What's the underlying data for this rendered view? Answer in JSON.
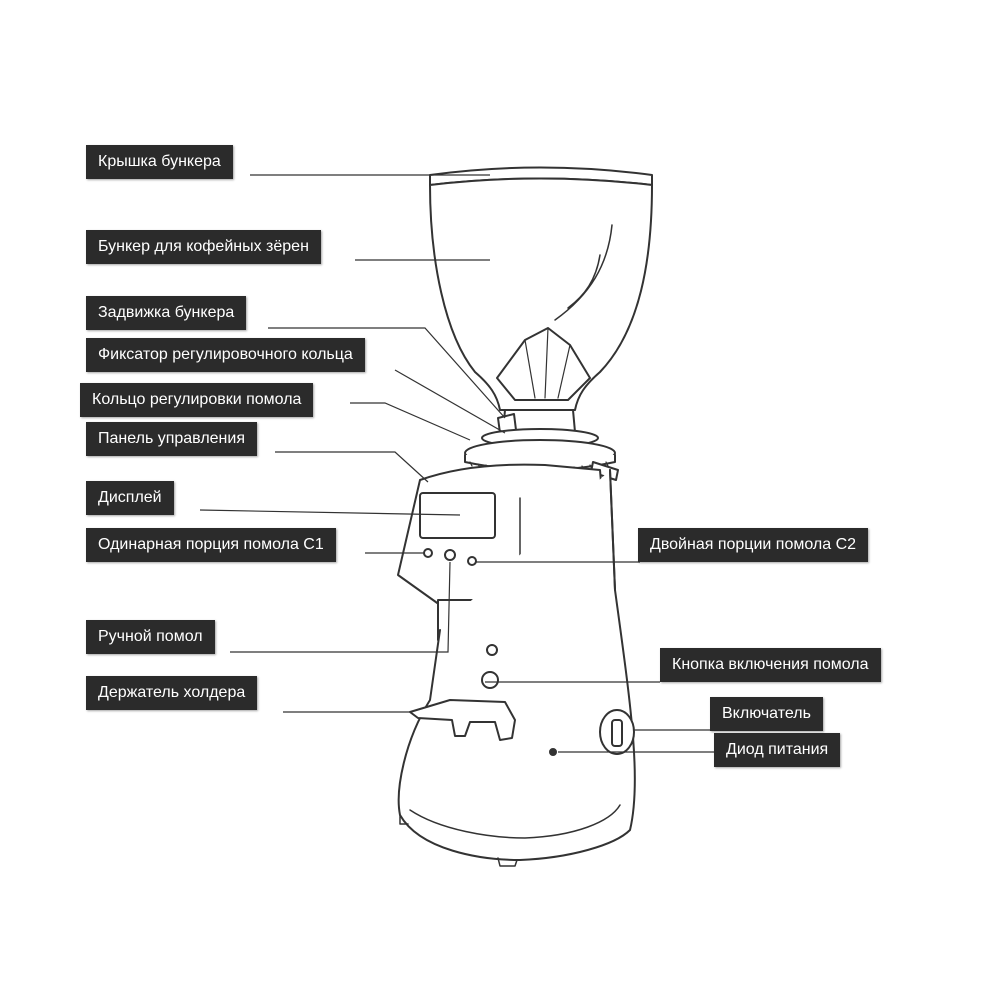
{
  "diagram": {
    "colors": {
      "line": "#333333",
      "label_bg": "#2b2b2b",
      "label_text": "#ffffff"
    },
    "labels": {
      "hopper_lid": "Крышка бункера",
      "bean_hopper": "Бункер для кофейных зёрен",
      "hopper_gate": "Задвижка бункера",
      "ring_lock": "Фиксатор регулировочного кольца",
      "grind_ring": "Кольцо регулировки помола",
      "control_panel": "Панель управления",
      "display": "Дисплей",
      "single_dose": "Одинарная порция помола С1",
      "double_dose": "Двойная порции помола С2",
      "manual_grind": "Ручной помол",
      "grind_button": "Кнопка включения помола",
      "holder_fork": "Держатель холдера",
      "power_switch": "Включатель",
      "power_led": "Диод питания"
    }
  }
}
